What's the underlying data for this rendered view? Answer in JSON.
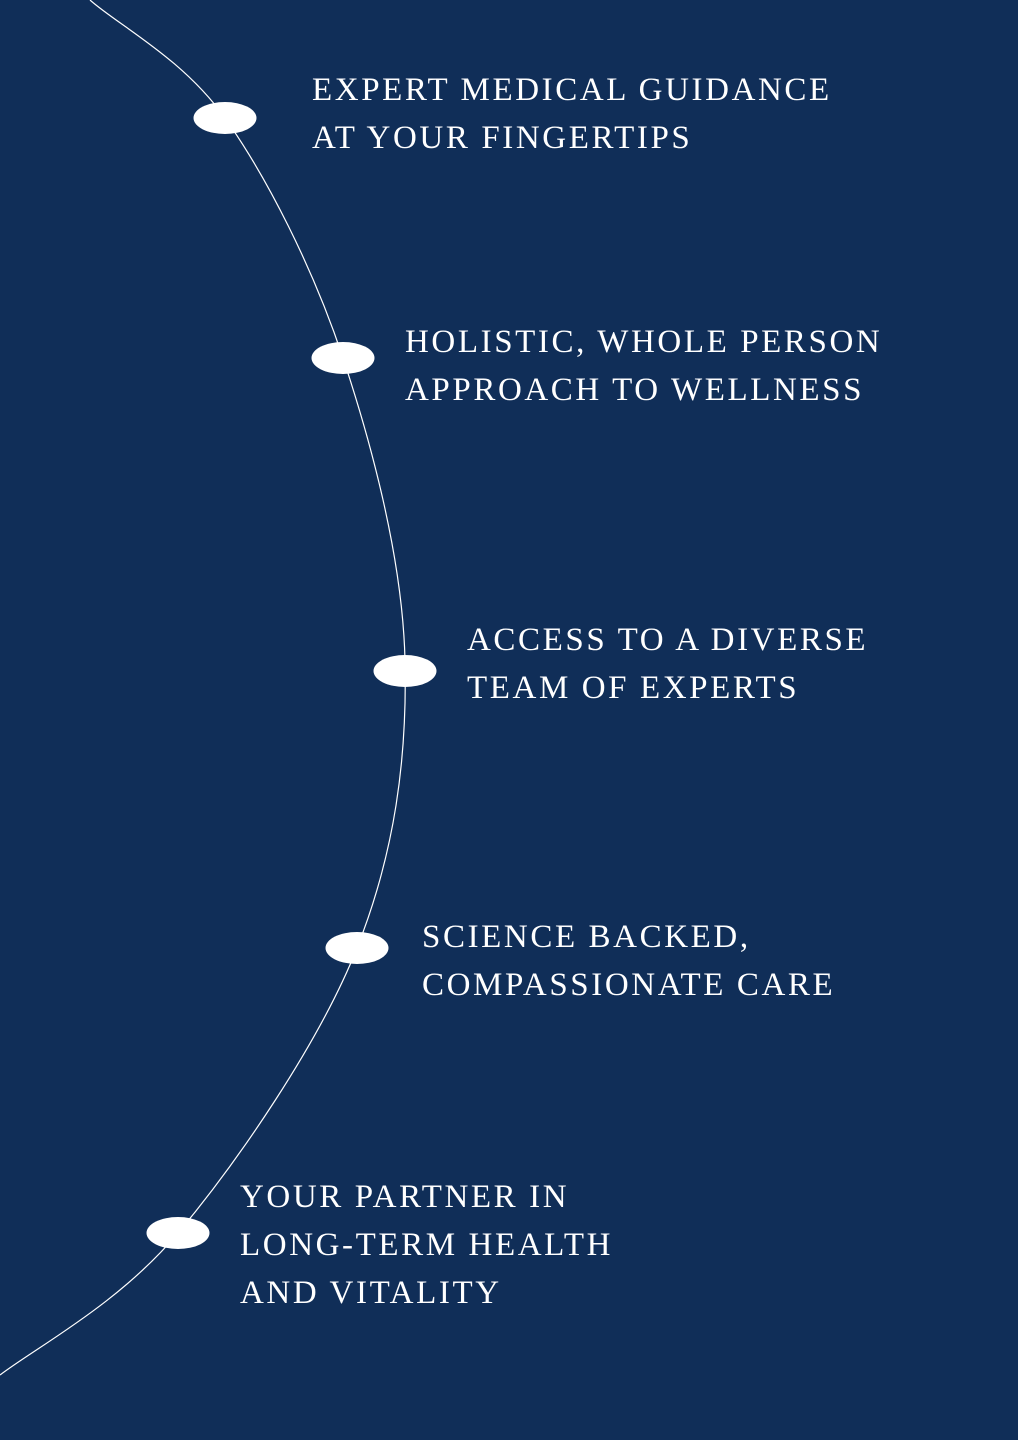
{
  "background_color": "#102e58",
  "items": [
    {
      "lines": [
        "EXPERT MEDICAL GUIDANCE",
        "AT YOUR FINGERTIPS"
      ]
    },
    {
      "lines": [
        "HOLISTIC, WHOLE PERSON",
        "APPROACH TO WELLNESS"
      ]
    },
    {
      "lines": [
        "ACCESS TO A DIVERSE",
        "TEAM OF EXPERTS"
      ]
    },
    {
      "lines": [
        "SCIENCE BACKED,",
        "COMPASSIONATE CARE"
      ]
    },
    {
      "lines": [
        "YOUR PARTNER IN",
        "LONG-TERM HEALTH",
        "AND VITALITY"
      ]
    }
  ]
}
